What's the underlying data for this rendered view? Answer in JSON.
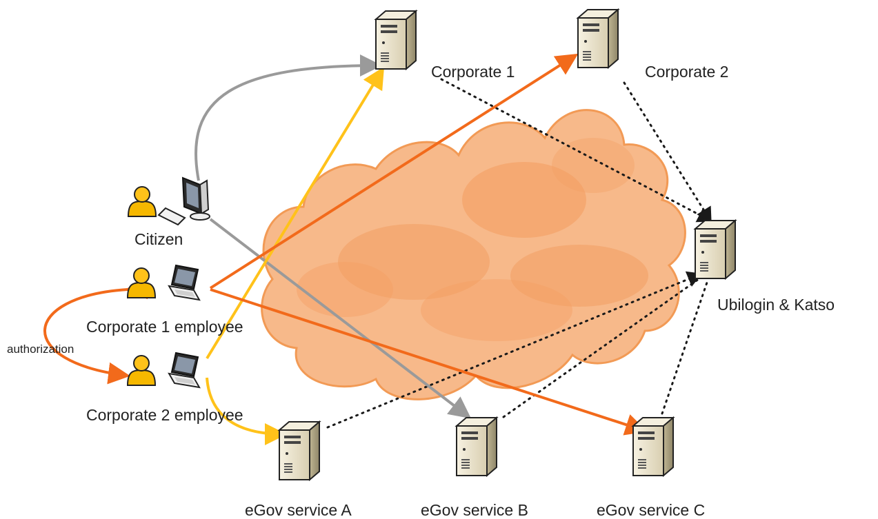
{
  "nodes": {
    "corporate1": {
      "label": "Corporate 1"
    },
    "corporate2": {
      "label": "Corporate 2"
    },
    "ubilogin": {
      "label": "Ubilogin & Katso"
    },
    "citizen": {
      "label": "Citizen"
    },
    "corp1_employee": {
      "label": "Corporate 1 employee"
    },
    "corp2_employee": {
      "label": "Corporate 2 employee"
    },
    "egov_a": {
      "label": "eGov service A"
    },
    "egov_b": {
      "label": "eGov service B"
    },
    "egov_c": {
      "label": "eGov service C"
    }
  },
  "edges": {
    "authorization": {
      "label": "authorization"
    }
  },
  "colors": {
    "cloud": "#f7b98a",
    "cloud_dark": "#f39f63",
    "orange_arrow": "#f26a1b",
    "yellow_arrow": "#ffc21a",
    "gray_arrow": "#9a9a9a",
    "dotted_link": "#1a1a1a",
    "server_body": "#e8e1cc",
    "person": "#f6b800"
  }
}
